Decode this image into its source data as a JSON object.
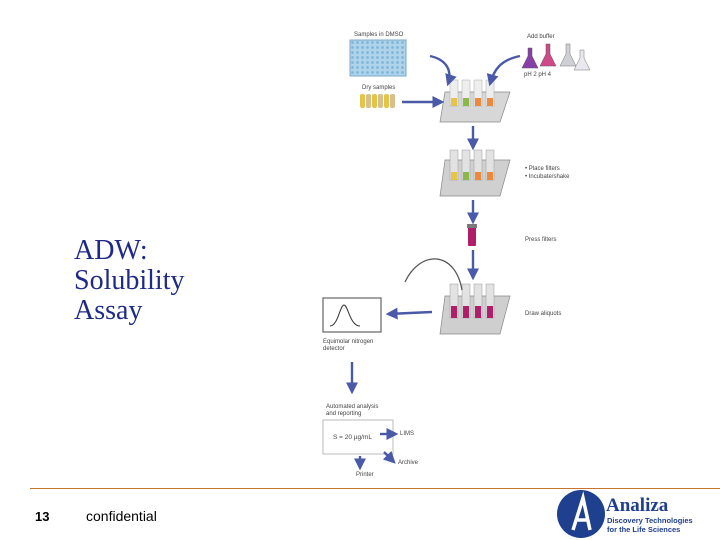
{
  "slide": {
    "title_lines": [
      "ADW:",
      "Solubility",
      "Assay"
    ],
    "page_number": "13",
    "footer_text": "confidential"
  },
  "diagram": {
    "samples_dmso": "Samples in DMSO",
    "dry_samples": "Dry samples",
    "add_buffer": "Add buffer",
    "ph_labels": "pH 2  pH 4",
    "place_filters": "• Place filters",
    "incubate_shake": "• Incubate/shake",
    "press_filters": "Press filters",
    "draw_aliquots": "Draw aliquots",
    "detector_line1": "Equimolar nitrogen",
    "detector_line2": "detector",
    "analysis_line1": "Automated analysis",
    "analysis_line2": "and reporting",
    "result_text": "S = 20 µg/mL",
    "lims": "LIMS",
    "archive": "Archive",
    "printer": "Printer"
  },
  "logo": {
    "name": "Analiza",
    "tagline_line1": "Discovery Technologies",
    "tagline_line2": "for the Life Sciences",
    "color": "#1f3f8f"
  },
  "colors": {
    "title": "#1f2a88",
    "arrow": "#4a5aa8",
    "rule": "#c8742a",
    "plate": "#aed3ea",
    "yellow": "#e4c54a",
    "green": "#8bb84a",
    "orange": "#ea8a3a",
    "magenta": "#b01e6a"
  }
}
